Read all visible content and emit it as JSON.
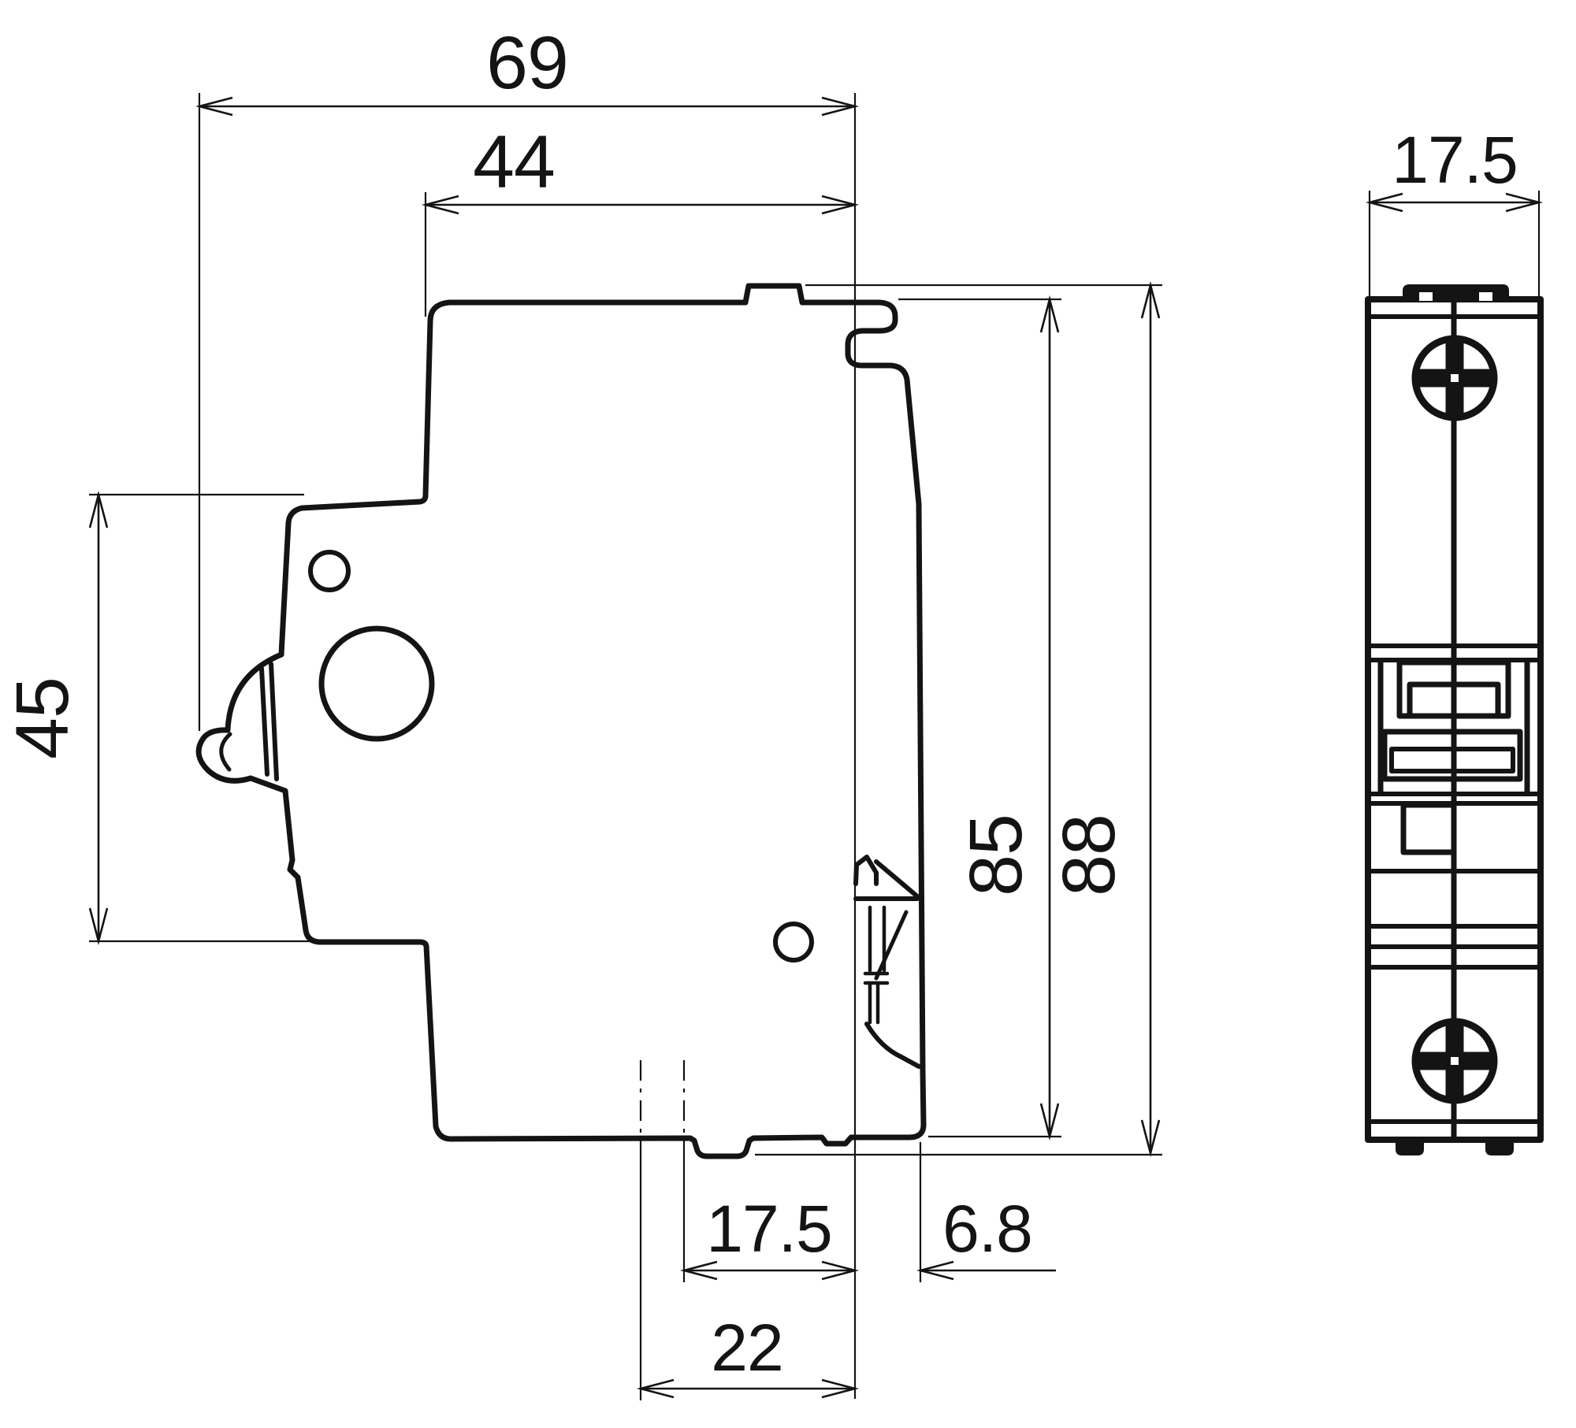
{
  "drawing": {
    "subject": "DIN-rail miniature circuit breaker dimensional drawing, side view and front view",
    "units": "mm",
    "background_color": "#ffffff",
    "line_color": "#141414",
    "dimensions": {
      "overall_depth": "69",
      "housing_depth": "44",
      "front_section_height": "45",
      "body_height": "85",
      "total_height": "88",
      "rail_to_back_depth": "17.5",
      "rail_clip_depth": "6.8",
      "lower_section_depth": "22",
      "module_width": "17.5"
    }
  }
}
